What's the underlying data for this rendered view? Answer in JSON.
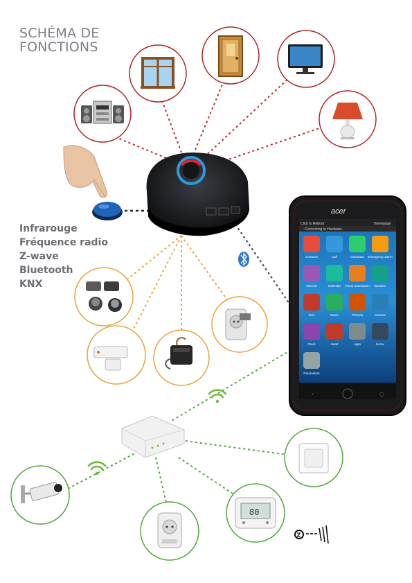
{
  "title": {
    "line1": "SCHÉMA DE",
    "line2": "FONCTIONS"
  },
  "protocols": [
    "Infrarouge",
    "Fréquence radio",
    "Z-wave",
    "Bluetooth",
    "KNX"
  ],
  "phone": {
    "brand": "acer",
    "status_left": "Click to Reboot",
    "status_right": "Homepage",
    "notification": "Connecting to Hardware",
    "apps": [
      "Contacts",
      "Call",
      "Calculator",
      "Emergency alarm",
      "Internet",
      "Calendar",
      "Home automation",
      "Weather",
      "Sms",
      "Music",
      "Pictures",
      "Camera",
      "Clock",
      "Heart",
      "Apps",
      "Home",
      "Parameters"
    ]
  },
  "thermostat_display": "80",
  "logo_mark": "Z"
}
